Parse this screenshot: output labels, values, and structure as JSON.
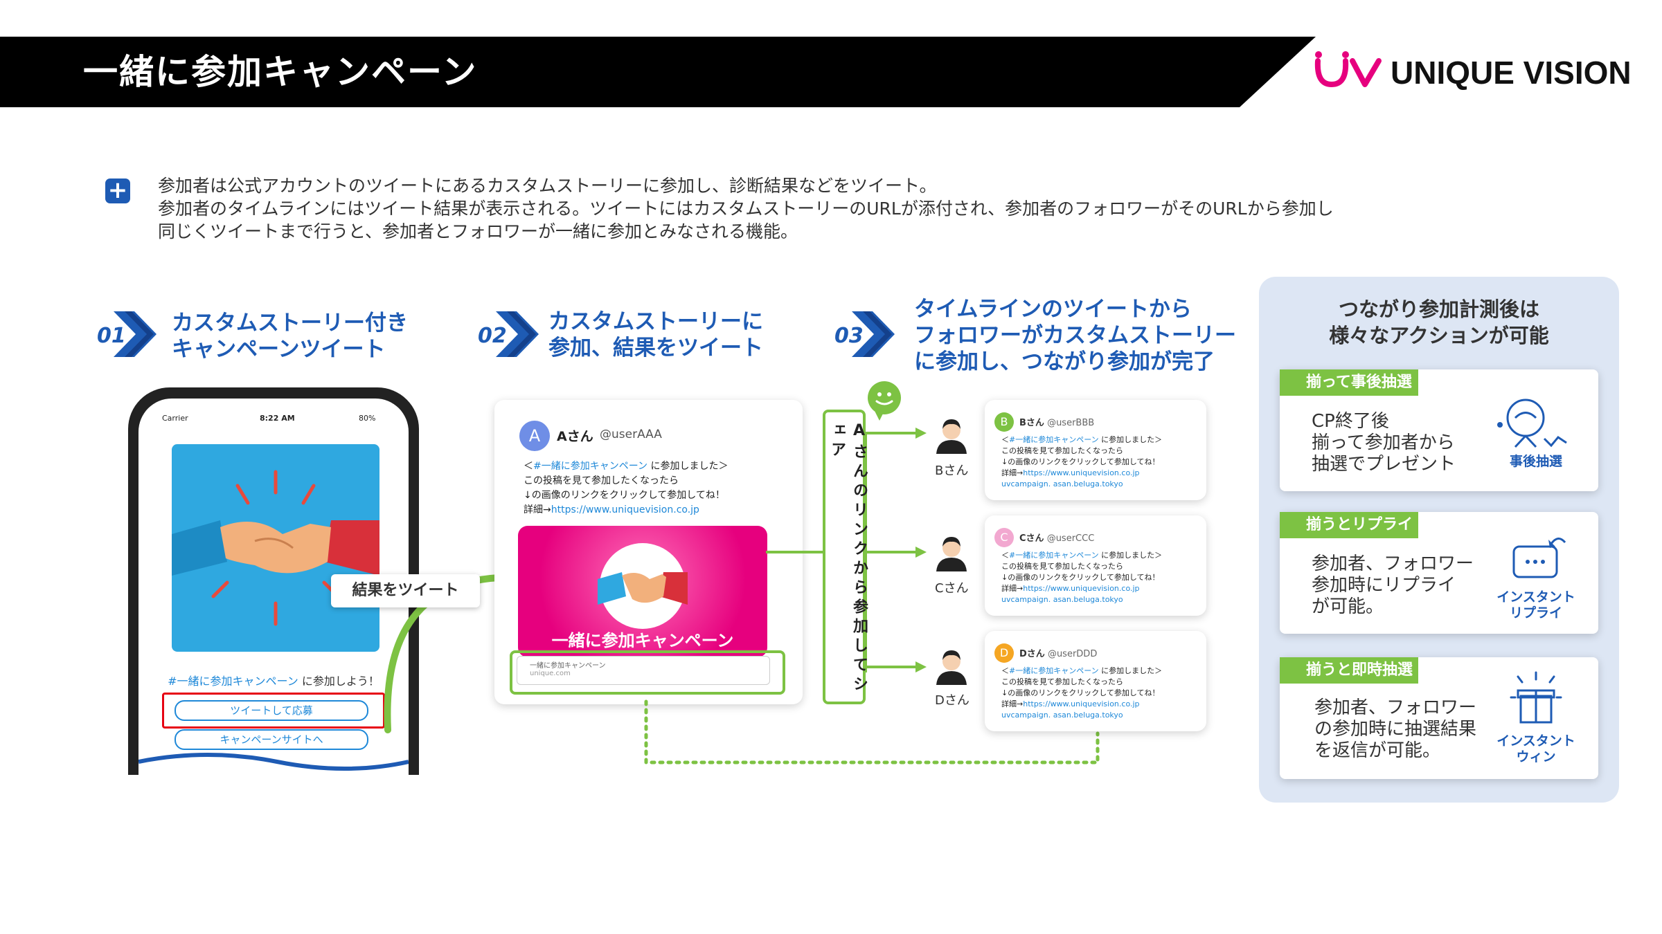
{
  "header": {
    "title": "一緒に参加キャンペーン",
    "brand": "UNIQUE VISION",
    "brand_mark": "uv"
  },
  "intro": {
    "lines": [
      "参加者は公式アカウントのツイートにあるカスタムストーリーに参加し、診断結果などをツイート。",
      "参加者のタイムラインにはツイート結果が表示される。ツイートにはカスタムストーリーのURLが添付され、参加者のフォロワーがそのURLから参加し",
      "同じくツイートまで行うと、参加者とフォロワーが一緒に参加とみなされる機能。"
    ]
  },
  "steps": [
    {
      "num": "01",
      "title": "カスタムストーリー付き\nキャンペーンツイート"
    },
    {
      "num": "02",
      "title": "カスタムストーリーに\n参加、結果をツイート"
    },
    {
      "num": "03",
      "title": "タイムラインのツイートから\nフォロワーがカスタムストーリー\nに参加し、つながり参加が完了"
    }
  ],
  "phone": {
    "carrier": "Carrier",
    "time": "8:22 AM",
    "battery": "80%",
    "hashtag": "#一緒に参加キャンペーン",
    "join_text": "に参加しよう！",
    "tweet_button": "ツイートして応募",
    "site_button": "キャンペーンサイトへ"
  },
  "result_bubble": "結果をツイート",
  "tweet_a": {
    "avatar": "A",
    "name": "Aさん",
    "handle": "@userAAA",
    "line1_prefix": "＜",
    "hashtag": "#一緒に参加キャンペーン",
    "line1_suffix": "に参加しました＞",
    "line2": "この投稿を見て参加したくなったら",
    "line3": "↓の画像のリンクをクリックして参加してね！",
    "detail_prefix": "詳細→",
    "url": "https://www.uniquevision.co.jp",
    "banner_text": "一緒に参加キャンペーン",
    "link_title": "一緒に参加キャンペーン",
    "link_domain": "unique.com"
  },
  "share_label": "Aさんのリンクから参加してシェア",
  "followers": [
    {
      "avatar": "B",
      "name": "Bさん",
      "handle": "@userBBB",
      "color": "#7dc243",
      "url2": "uvcampaign. asan.beluga.tokyo"
    },
    {
      "avatar": "C",
      "name": "Cさん",
      "handle": "@userCCC",
      "color": "#f2a8d0",
      "url2": "uvcampaign. asan.beluga.tokyo"
    },
    {
      "avatar": "D",
      "name": "Dさん",
      "handle": "@userDDD",
      "color": "#f5a623",
      "url2": "uvcampaign. asan.beluga.tokyo"
    }
  ],
  "follower_tweet": {
    "line1_prefix": "＜",
    "hashtag": "#一緒に参加キャンペーン",
    "line1_suffix": "に参加しました＞",
    "line2": "この投稿を見て参加したくなったら",
    "line3": "↓の画像のリンクをクリックして参加してね！",
    "detail_prefix": "詳細→",
    "url": "https://www.uniquevision.co.jp"
  },
  "panel": {
    "title": "つながり参加計測後は\n様々なアクションが可能",
    "items": [
      {
        "tag": "揃って事後抽選",
        "body": "CP終了後\n揃って参加者から\n抽選でプレゼント",
        "label": "事後抽選",
        "icon": "lottery-icon"
      },
      {
        "tag": "揃うとリプライ",
        "body": "参加者、フォロワー\n参加時にリプライ\nが可能。",
        "label": "インスタント\nリプライ",
        "icon": "reply-icon"
      },
      {
        "tag": "揃うと即時抽選",
        "body": "参加者、フォロワー\nの参加時に抽選結果\nを返信が可能。",
        "label": "インスタント\nウィン",
        "icon": "gift-icon"
      }
    ]
  },
  "colors": {
    "blue": "#1e5bb4",
    "green": "#7dc243",
    "pink": "#e6007e",
    "red": "#e60012",
    "panel": "#dde6f4"
  }
}
